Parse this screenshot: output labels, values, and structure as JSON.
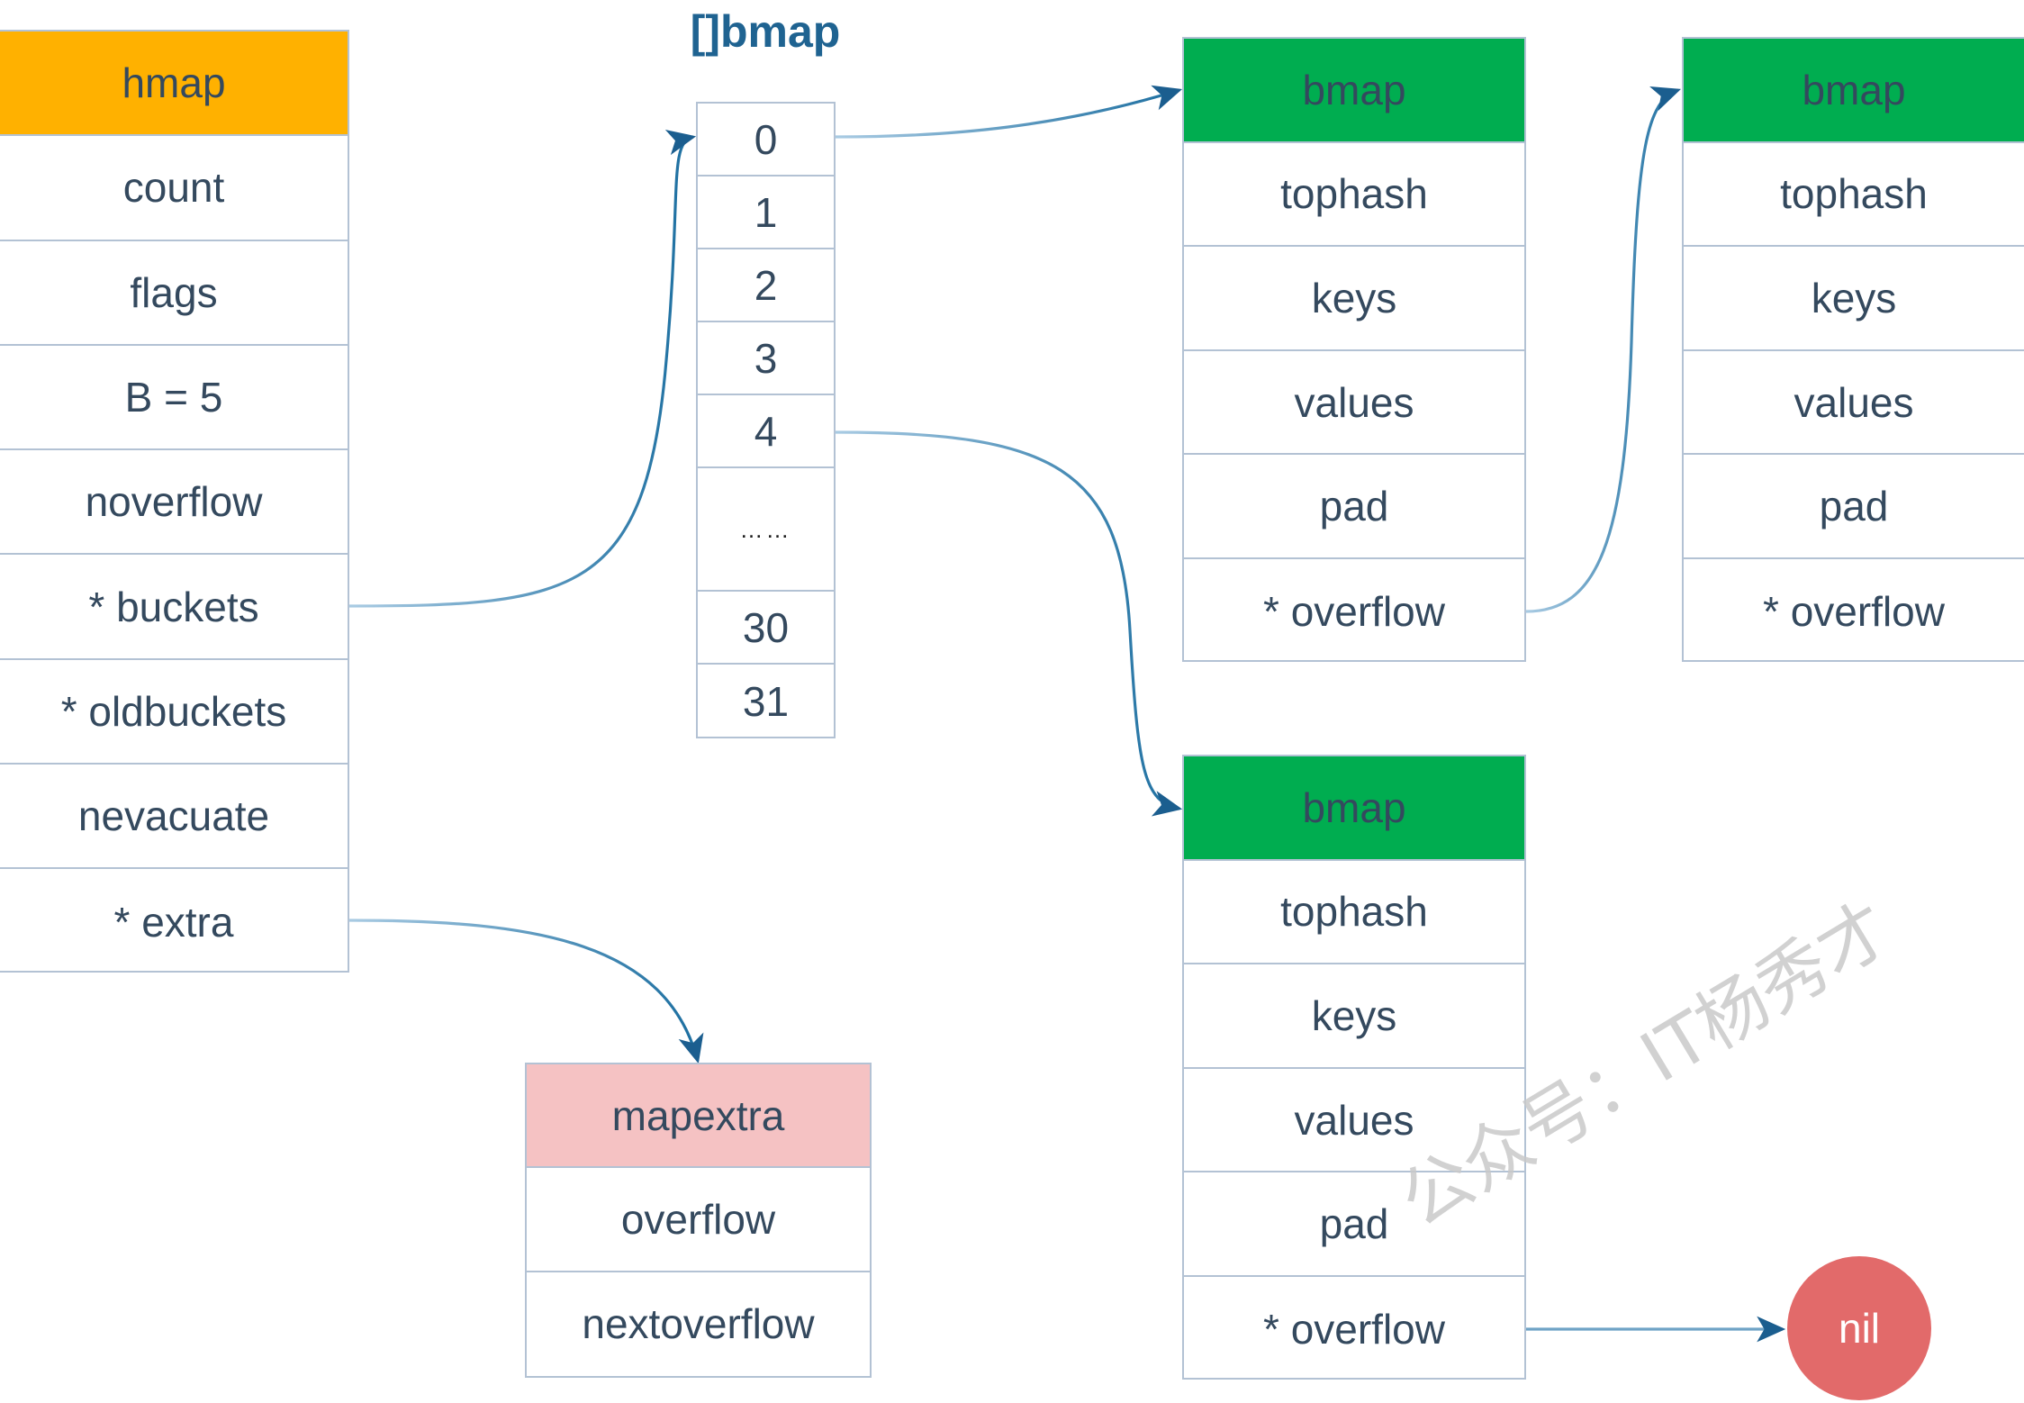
{
  "diagram": {
    "title_label": "[]bmap",
    "colors": {
      "hmap_header": "#ffb100",
      "bmap_header": "#00ad50",
      "mapextra_header": "#f5c2c3",
      "nil_node": "#e26a6a",
      "text": "#34495e",
      "border": "#b3c2d4",
      "connector": "#4a86b8",
      "slice_label": "#1f6391",
      "watermark": "#c9c9c9"
    },
    "watermark_text": "公众号：IT杨秀才"
  },
  "hmap": {
    "header": "hmap",
    "fields": [
      "count",
      "flags",
      "B = 5",
      "noverflow",
      "* buckets",
      "* oldbuckets",
      "nevacuate",
      "* extra"
    ]
  },
  "bucket_array": {
    "label": "[]bmap",
    "cells": [
      "0",
      "1",
      "2",
      "3",
      "4",
      "……",
      "30",
      "31"
    ]
  },
  "bmaps": [
    {
      "id": "bmap-0",
      "header": "bmap",
      "fields": [
        "tophash",
        "keys",
        "values",
        "pad",
        "* overflow"
      ]
    },
    {
      "id": "bmap-0-overflow",
      "header": "bmap",
      "fields": [
        "tophash",
        "keys",
        "values",
        "pad",
        "* overflow"
      ]
    },
    {
      "id": "bmap-4",
      "header": "bmap",
      "fields": [
        "tophash",
        "keys",
        "values",
        "pad",
        "* overflow"
      ]
    }
  ],
  "mapextra": {
    "header": "mapextra",
    "fields": [
      "overflow",
      "nextoverflow"
    ]
  },
  "nil_node": {
    "label": "nil"
  }
}
